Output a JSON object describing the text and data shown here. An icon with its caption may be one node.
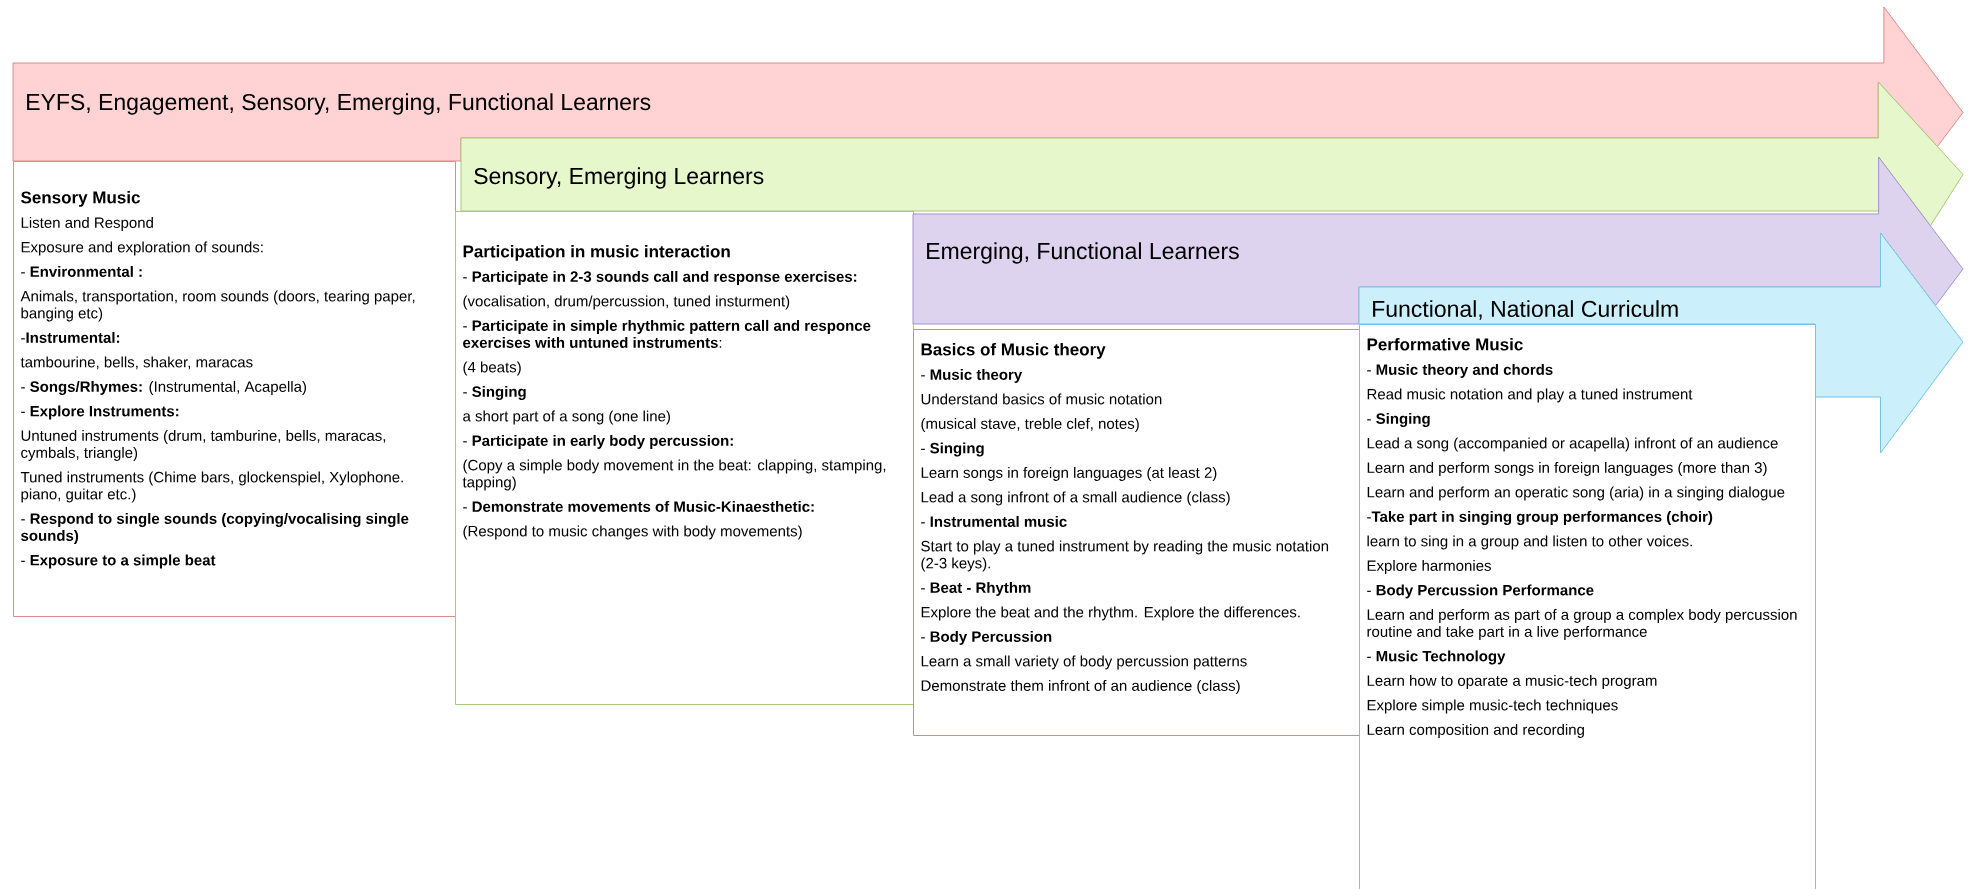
{
  "diagram": {
    "nodes": [
      {
        "text": [
          "EYFS, Engagement, Sensory, Emerging, Functional Learners"
        ]
      },
      {
        "text": [
          "Sensory Music",
          "Listen and Respond",
          "Exposure and exploration of sounds:",
          "- **Environmental :**",
          "Animals, transportation, room sounds (doors, tearing paper, banging etc)",
          "-**Instrumental:**",
          "tambourine, bells, shaker, maracas",
          "- **Songs/Rhymes:** (Instrumental, Acapella)",
          "- **Explore Instruments:**",
          "Untuned instruments (drum, tamburine, bells, maracas, cymbals, triangle)",
          "Tuned instruments (Chime bars, glockenspiel, Xylophone. piano, guitar etc.)",
          "- **Respond  to single sounds (copying/vocalising single sounds)**",
          "- **Exposure to a simple beat**"
        ]
      },
      {
        "text": [
          "Sensory, Emerging Learners"
        ]
      },
      {
        "text": [
          "Participation in music interaction",
          "- **Participate in 2-3 sounds call and response exercises:**",
          "(vocalisation, drum/percussion, tuned insturment)",
          "- **Participate in simple rhythmic pattern call and responce exercises with untuned instruments**:",
          "(4 beats)",
          "- **Singing**",
          "a short part of a song (one line)",
          "- **Participate in early body percussion:**",
          "(Copy a simple body movement in the beat: clapping, stamping, tapping)",
          "- **Demonstrate movements of Music-Kinaesthetic:**",
          "(Respond to music changes with body movements)"
        ]
      },
      {
        "text": [
          "Emerging, Functional Learners"
        ]
      },
      {
        "text": [
          "Basics of  Music theory",
          "- **Music theory**",
          "Understand  basics of music notation",
          "(musical stave, treble clef, notes)",
          "- **Singing**",
          "Learn songs in foreign languages (at least 2)",
          "Lead a song infront of a small audience (class)",
          "- **Instrumental music**",
          "Start to play a tuned instrument by reading the music notation (2-3 keys).",
          "- **Beat - Rhythm**",
          "Explore the beat and the rhythm. Explore the differences.",
          "- **Body Percussion**",
          "Learn a small variety of body percussion patterns",
          "Demonstrate them infront of an audience (class)"
        ]
      },
      {
        "text": [
          "Functional, National Curriculm"
        ]
      },
      {
        "text": [
          "Performative Music",
          "- **Music theory and chords**",
          "Read music notation and play a tuned instrument",
          "- **Singing**",
          "Lead a song (accompanied or acapella) infront of an audience",
          "Learn and perform songs in foreign languages (more than 3)",
          "Learn and perform an operatic song (aria) in a singing dialogue",
          "-**Take part in singing group  performances (choir)**",
          "learn to sing in a group and listen to other voices.",
          "Explore harmonies",
          "- **Body Percussion Performance**",
          "Learn and perform as part of a group a complex body percussion routine and take part in a live performance",
          "- **Music Technology**",
          "Learn how to oparate a music-tech program",
          "Explore simple music-tech techniques",
          "Learn composition and recording"
        ]
      }
    ]
  }
}
